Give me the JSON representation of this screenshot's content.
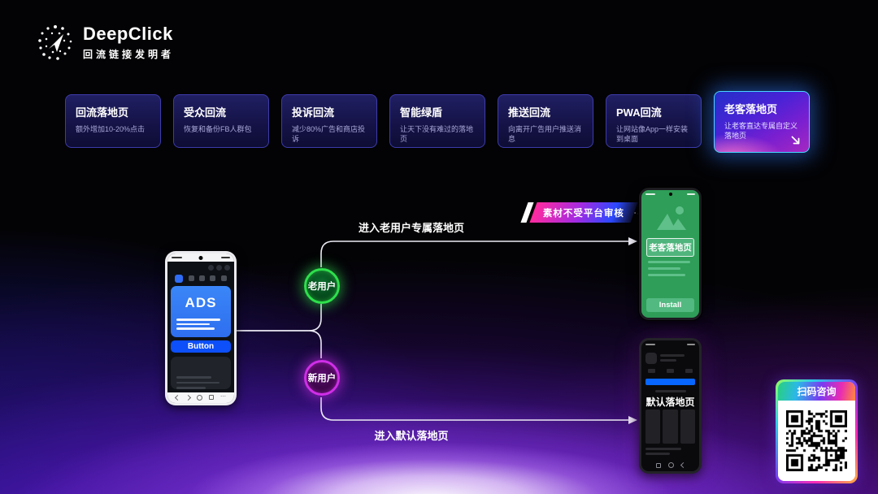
{
  "brand": {
    "name": "DeepClick",
    "tagline": "回流链接发明者"
  },
  "feature_cards": [
    {
      "title": "回流落地页",
      "subtitle": "额外增加10-20%点击"
    },
    {
      "title": "受众回流",
      "subtitle": "恢复和备份FB人群包"
    },
    {
      "title": "投诉回流",
      "subtitle": "减少80%广告和商店投诉"
    },
    {
      "title": "智能绿盾",
      "subtitle": "让天下没有难过的落地页"
    },
    {
      "title": "推送回流",
      "subtitle": "向离开广告用户推送消息"
    },
    {
      "title": "PWA回流",
      "subtitle": "让网站像App一样安装到桌面"
    },
    {
      "title": "老客落地页",
      "subtitle": "让老客直达专属自定义落地页",
      "highlighted": true
    }
  ],
  "flow": {
    "old_user_badge": "老用户",
    "new_user_badge": "新用户",
    "old_path_label": "进入老用户专属落地页",
    "new_path_label": "进入默认落地页",
    "banner": "素材不受平台审核"
  },
  "ads_phone": {
    "ad_title": "ADS",
    "button_label": "Button"
  },
  "old_user_phone": {
    "screen_label": "老客落地页",
    "install_label": "Install"
  },
  "new_user_phone": {
    "screen_label": "默认落地页"
  },
  "qr": {
    "header": "扫码咨询"
  },
  "colors": {
    "accent_green": "#2ee04c",
    "accent_purple": "#d02ee8",
    "highlight_border": "#49d6ff",
    "ads_blue": "#2e6ef0",
    "button_blue": "#0d4ff8",
    "phone_green": "#2f9e58",
    "banner_pink": "#ff2b9e",
    "banner_blue": "#2b49ff"
  }
}
